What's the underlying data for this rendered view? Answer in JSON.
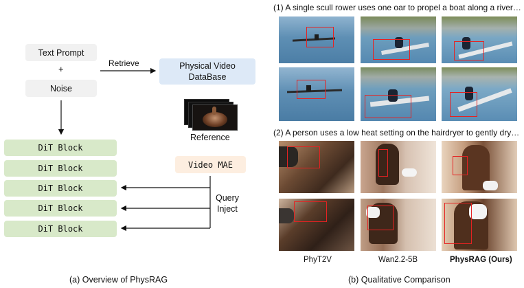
{
  "left_panel": {
    "text_prompt": "Text Prompt",
    "plus": "+",
    "noise": "Noise",
    "retrieve": "Retrieve",
    "database_line1": "Physical Video",
    "database_line2": "DataBase",
    "reference": "Reference",
    "video_mae": "Video MAE",
    "dit_block": "DiT Block",
    "query": "Query",
    "inject": "Inject",
    "caption": "(a) Overview of PhysRAG"
  },
  "right_panel": {
    "prompt1": "(1) A single scull rower uses one oar to propel a boat along a river…",
    "prompt2": "(2) A person uses a low heat setting on the hairdryer to gently dry…",
    "col1": "PhyT2V",
    "col2": "Wan2.2-5B",
    "col3": "PhysRAG (Ours)",
    "caption": "(b) Qualitative Comparison"
  },
  "colors": {
    "dit_green": "#d8e9c9",
    "database_blue": "#dde9f7",
    "mae_peach": "#fdeee0",
    "gray_box": "#f1f1f1",
    "bbox_red": "#e52222"
  }
}
